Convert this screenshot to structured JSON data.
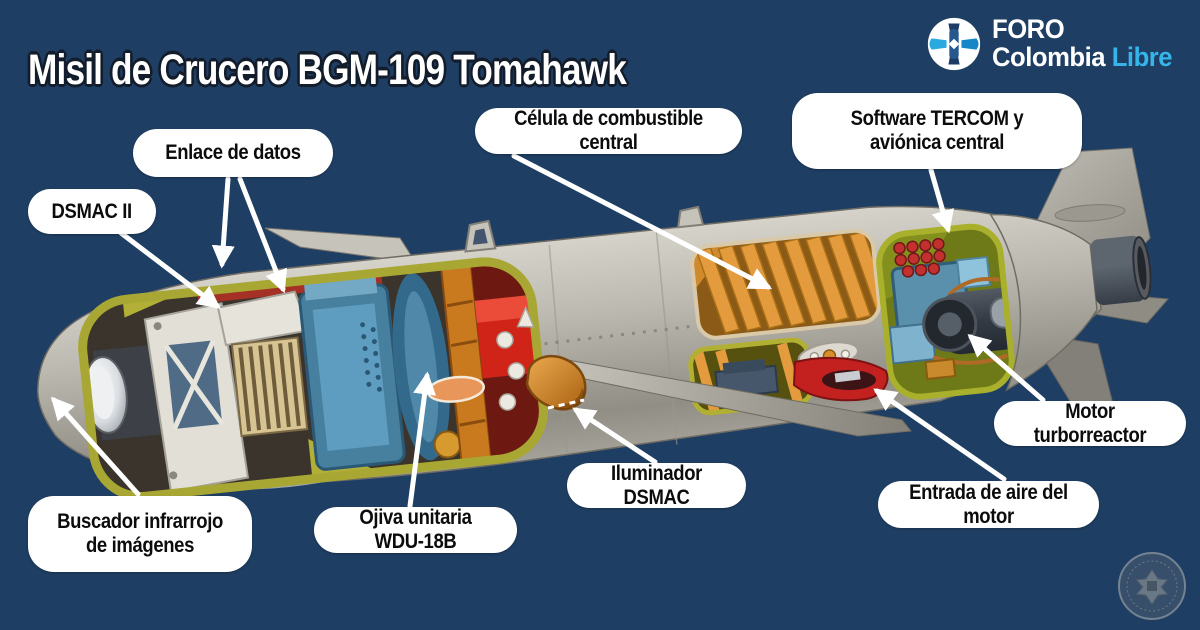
{
  "title": "Misil de Crucero BGM-109 Tomahawk",
  "logo": {
    "line1": "FORO",
    "line2": "Colombia",
    "line2_accent": "Libre",
    "mark": "cross-emblem-icon",
    "colors": {
      "dark_blue": "#1e3a66",
      "blue": "#1786c8",
      "cyan": "#2aa9e0",
      "accent_text": "#36b5ea"
    }
  },
  "callouts": {
    "enlace": {
      "label": "Enlace de datos"
    },
    "dsmac": {
      "label": "DSMAC II"
    },
    "celula": {
      "label": "Célula de combustible central"
    },
    "tercom": {
      "label": "Software TERCOM y aviónica central"
    },
    "motor": {
      "label": "Motor turborreactor"
    },
    "entrada": {
      "label": "Entrada de aire del motor"
    },
    "iluminador": {
      "label": "Iluminador DSMAC"
    },
    "ojiva": {
      "label": "Ojiva unitaria WDU-18B"
    },
    "buscador": {
      "label": "Buscador infrarrojo de imágenes"
    }
  },
  "illustration": {
    "subject": "Cutaway of BGM-109 Tomahawk cruise missile, nose left, tail right",
    "parts": [
      "imaging-infrared-seeker-lens",
      "dsmac-ii-electronics",
      "data-link-electronics",
      "wdu-18b-unitary-warhead",
      "central-fuel-cell-ribs",
      "dsmac-illuminator-window",
      "tercom-avionics-bay",
      "engine-air-intake",
      "turbojet-engine",
      "wings-and-tail-fins"
    ]
  },
  "watermark": {
    "text": "FORO COLOMBIA LIBRE",
    "shape": "circular-seal"
  },
  "colors": {
    "background": "#1E3E63",
    "pill_bg": "#FFFFFF",
    "pill_text": "#0C0C0C",
    "leader_line": "#FFFFFF",
    "hull_gray": "#B5B2AA",
    "liner_olive": "#A9A733",
    "electronics_blue": "#4A84A4",
    "structure_orange": "#D08A2E",
    "warhead_red": "#D02418",
    "intake_red": "#C32020",
    "engine_dark": "#3A414D"
  }
}
